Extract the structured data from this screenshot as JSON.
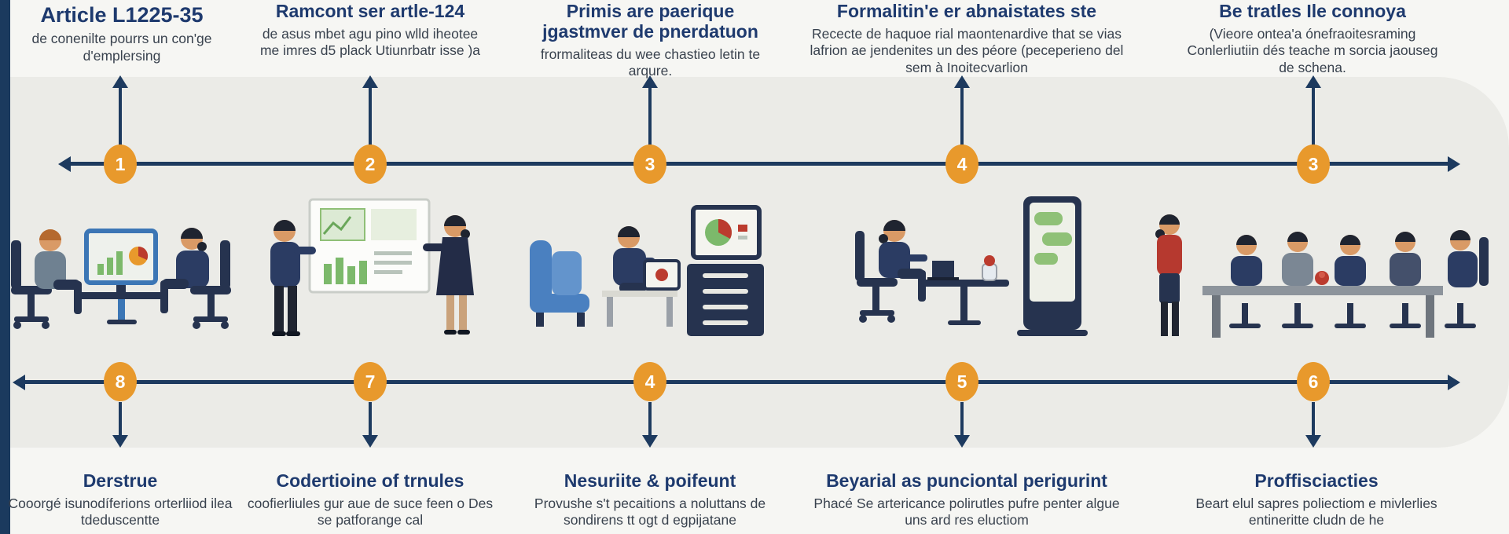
{
  "palette": {
    "left_strip": "#1b3a5e",
    "band_background": "#ebebe7",
    "page_background": "#f6f6f3",
    "timeline_line": "#1d3a5f",
    "step_circle": "#e8992c",
    "heading_text": "#1e3a6e",
    "body_text": "#39424e",
    "illustration_navy": "#2b3c63",
    "illustration_blue": "#4a80c0",
    "illustration_green": "#7cb96b",
    "illustration_red": "#bb3b2e"
  },
  "top_blocks": [
    {
      "heading": "Article L1225-35",
      "body": "de conenilte pourrs un con'ge d'emplersing"
    },
    {
      "heading": "Ramcont ser artle-124",
      "body": "de asus mbet agu pino wlld iheotee me imres d5 plack Utiunrbatr isse )a"
    },
    {
      "heading": "Primis are paerique jgastmver de pnerdatuon",
      "body": "frormaliteas du wee chastieo letin te arqure."
    },
    {
      "heading": "Formalitin'e er abnaistates ste",
      "body": "Rececte de haquoe rial maontenardive that se vias lafrion ae jendenites un des péore (peceperieno del sem à Inoitecvarlion"
    },
    {
      "heading": "Be tratles Ile connoya",
      "body": "(Vieore ontea'a ónefraoitesraming Conlerliutiin dés teache m sorcia jaouseg de schena."
    }
  ],
  "timeline_top": {
    "numbers": [
      "1",
      "2",
      "3",
      "4",
      "3"
    ]
  },
  "timeline_bottom": {
    "numbers": [
      "8",
      "7",
      "4",
      "5",
      "6"
    ]
  },
  "bottom_blocks": [
    {
      "heading": "Derstrue",
      "body": "Cooorgé isunodíferions orterliiod ilea tdeduscentte"
    },
    {
      "heading": "Codertioine of trnules",
      "body": "coofierliules gur aue de suce feen o Des se patforange cal"
    },
    {
      "heading": "Nesuriite & poifeunt",
      "body": "Provushe s't pecaitions a noluttans de sondirens tt ogt d egpijatane"
    },
    {
      "heading": "Beyarial as punciontal perigurint",
      "body": "Phacé Se artericance polirutles pufre penter algue uns ard res eluctiom"
    },
    {
      "heading": "Proffisciacties",
      "body": "Beart elul sapres poliectiom e mivlerlies entineritte cludn de he"
    }
  ],
  "illustrations": [
    "two-colleagues-at-monitor",
    "whiteboard-presentation",
    "desk-workstation-with-cabinet",
    "kiosk-consultation",
    "team-meeting-table"
  ]
}
